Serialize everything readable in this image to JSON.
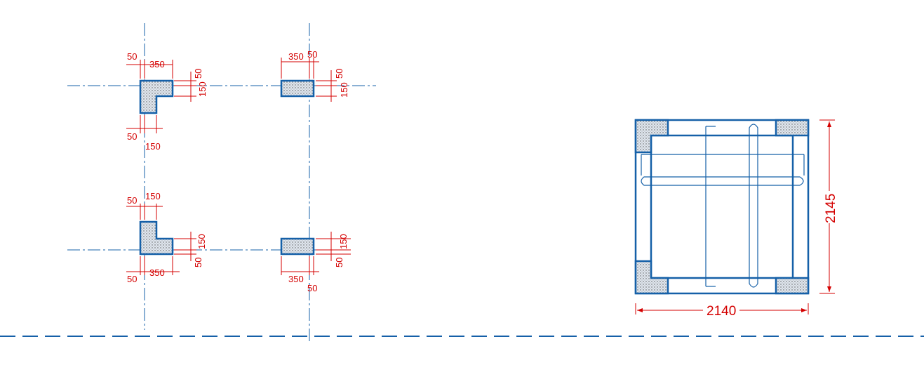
{
  "plan_dims": {
    "tl_w_off": "50",
    "tl_w": "350",
    "tl_t_off": "50",
    "tl_t": "150",
    "tl_b_off": "50",
    "tl_b_w": "150",
    "tr_w": "350",
    "tr_w_off": "50",
    "tr_t_off": "50",
    "tr_t": "150",
    "bl_t_off": "50",
    "bl_t_w": "150",
    "bl_h": "150",
    "bl_h_off": "50",
    "bl_w_off": "50",
    "bl_w": "350",
    "br_h": "150",
    "br_h_off": "50",
    "br_w": "350",
    "br_w_off": "50"
  },
  "section_dims": {
    "width": "2140",
    "height": "2145"
  },
  "colors": {
    "structure": "#1560a8",
    "dimension": "#d40000"
  }
}
